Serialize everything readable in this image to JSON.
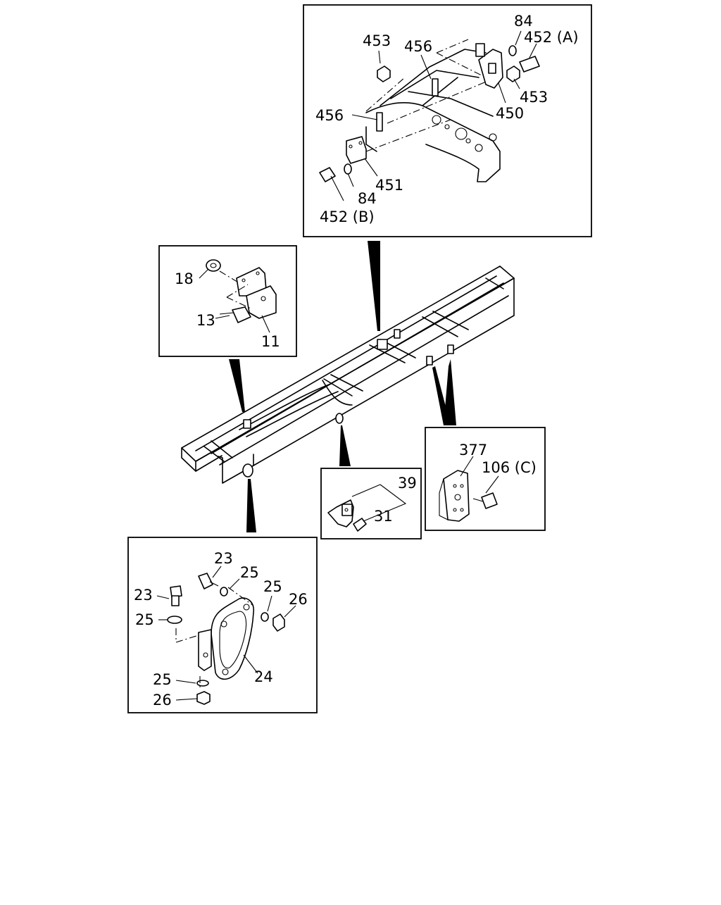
{
  "callouts": {
    "top": {
      "c84a": "84",
      "c452a": "452 (A)",
      "c453a": "453",
      "c456a": "456",
      "c453b": "453",
      "c456b": "456",
      "c450": "450",
      "c451": "451",
      "c84b": "84",
      "c452b": "452 (B)"
    },
    "left": {
      "c18": "18",
      "c13": "13",
      "c11": "11"
    },
    "mid": {
      "c39": "39",
      "c31": "31"
    },
    "right": {
      "c377": "377",
      "c106": "106 (C)"
    },
    "bottom": {
      "c23a": "23",
      "c25a": "25",
      "c23b": "23",
      "c25b": "25",
      "c26a": "26",
      "c25c": "25",
      "c24": "24",
      "c25d": "25",
      "c26b": "26"
    }
  }
}
